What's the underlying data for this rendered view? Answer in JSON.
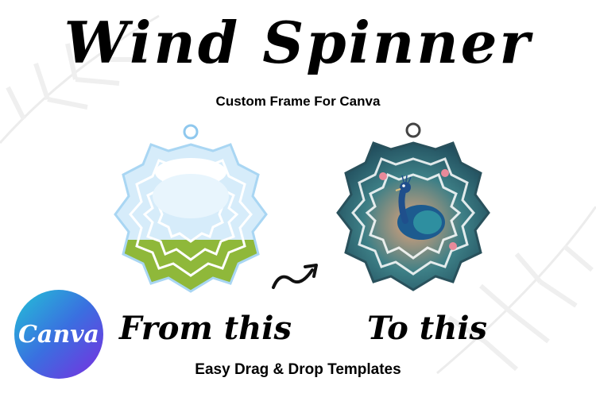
{
  "title": "Wind Spinner",
  "subtitle": "Custom Frame For Canva",
  "left_caption": "From this",
  "right_caption": "To this",
  "footer": "Easy Drag & Drop Templates",
  "logo_text": "Canva",
  "colors": {
    "sky": "#cfe8f7",
    "grass": "#8fb83a",
    "logo_start": "#22c3d6",
    "logo_end": "#7a2de0"
  },
  "icons": {
    "arrow": "curved-arrow-icon"
  }
}
